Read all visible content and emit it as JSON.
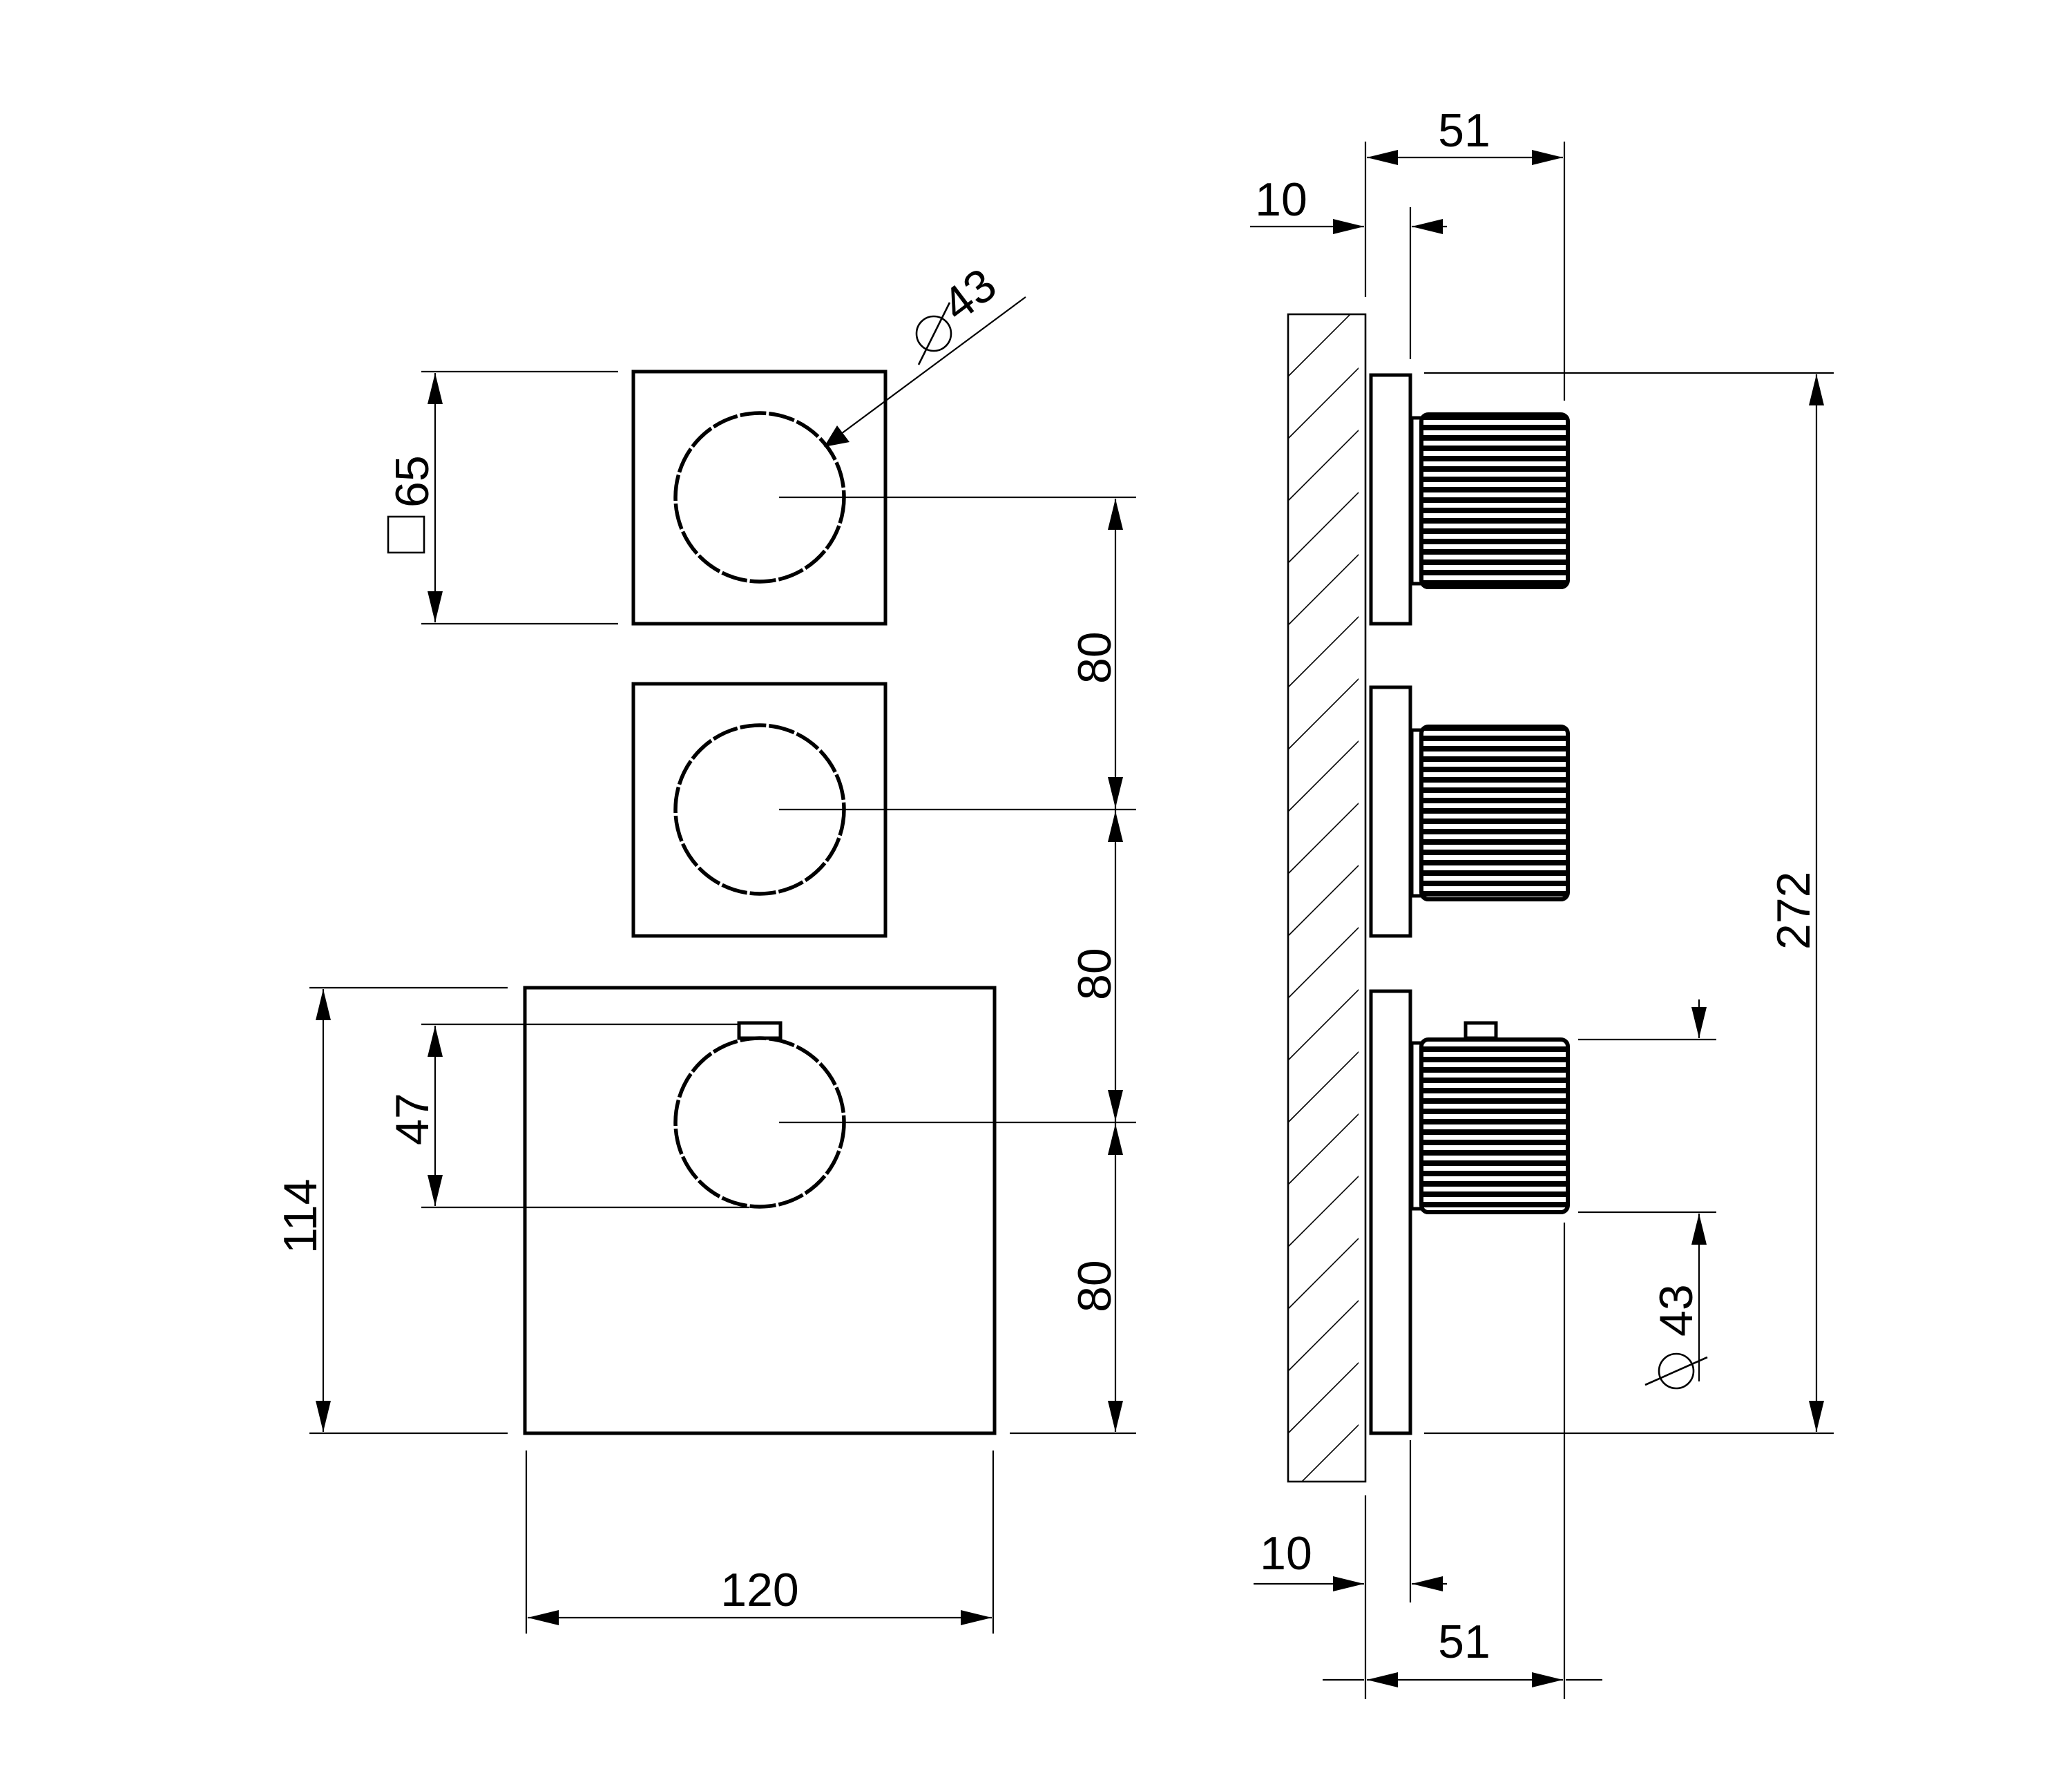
{
  "front_view": {
    "knob_diameter": "43",
    "plate_size": "65",
    "spacing_1": "80",
    "spacing_2": "80",
    "spacing_3": "80",
    "thermostat_height": "114",
    "thermostat_knob_offset": "47",
    "thermostat_width": "120"
  },
  "side_view": {
    "top_projection": "51",
    "top_plate_thickness": "10",
    "overall_height": "272",
    "knob_diameter": "43",
    "bottom_plate_thickness": "10",
    "bottom_projection": "51"
  }
}
